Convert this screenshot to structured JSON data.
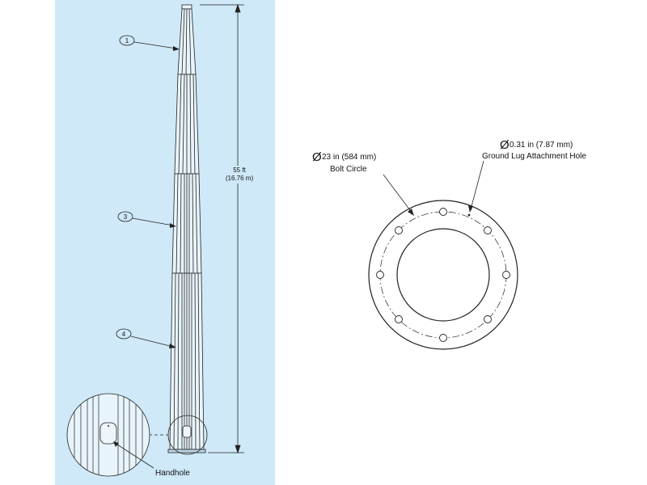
{
  "pole": {
    "callouts": [
      "1",
      "3",
      "4"
    ],
    "height_ft": "55 ft",
    "height_m": "(16.76 m)",
    "handhole_label": "Handhole"
  },
  "base_plate": {
    "bolt_circle_symbol": "Ø",
    "bolt_circle_value": "23 in (584 mm)",
    "bolt_circle_label": "Bolt Circle",
    "ground_hole_symbol": "Ø",
    "ground_hole_value": "0.31 in (7.87 mm)",
    "ground_hole_label": "Ground Lug Attachment Hole"
  },
  "colors": {
    "panel": "#cfe9f8",
    "line": "#222222"
  }
}
